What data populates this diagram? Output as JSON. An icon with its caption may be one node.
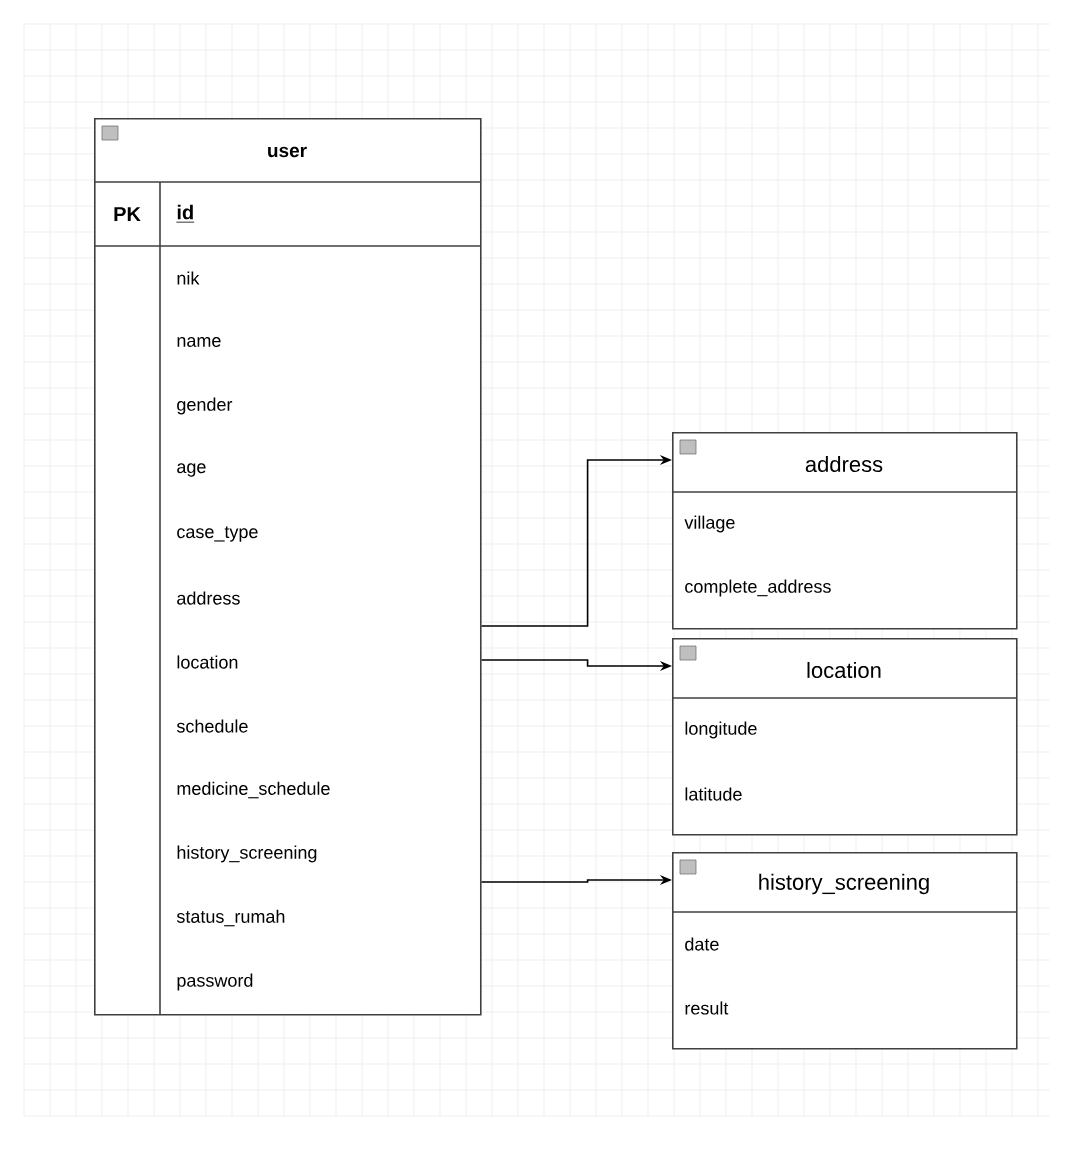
{
  "diagram": {
    "nodes": [
      {
        "text": [
          "user"
        ]
      },
      {
        "text": [
          "PK",
          "id"
        ],
        "in": 0
      },
      {
        "text": [
          "nik"
        ],
        "in": 0
      },
      {
        "text": [
          "name"
        ],
        "in": 0
      },
      {
        "text": [
          "gender"
        ],
        "in": 0
      },
      {
        "text": [
          "age"
        ],
        "in": 0
      },
      {
        "text": [
          "case_type"
        ],
        "in": 0
      },
      {
        "text": [
          "address"
        ],
        "in": 0
      },
      {
        "text": [
          "location"
        ],
        "in": 0
      },
      {
        "text": [
          "schedule"
        ],
        "in": 0
      },
      {
        "text": [
          "medicine_schedule"
        ],
        "in": 0
      },
      {
        "text": [
          "history_screening"
        ],
        "in": 0
      },
      {
        "text": [
          "status_rumah"
        ],
        "in": 0
      },
      {
        "text": [
          "password"
        ],
        "in": 0
      },
      {
        "text": [
          "address"
        ]
      },
      {
        "text": [
          "village"
        ],
        "in": 14
      },
      {
        "text": [
          "complete_address"
        ],
        "in": 14
      },
      {
        "text": [
          "location"
        ]
      },
      {
        "text": [
          "longitude"
        ],
        "in": 17
      },
      {
        "text": [
          "latitude"
        ],
        "in": 17
      },
      {
        "text": [
          "history_screening"
        ]
      },
      {
        "text": [
          "date"
        ],
        "in": 20
      },
      {
        "text": [
          "result"
        ],
        "in": 20
      }
    ],
    "edges": [
      {
        "from": 0,
        "to": 14,
        "arrow": "to"
      },
      {
        "from": 0,
        "to": 17,
        "arrow": "to"
      },
      {
        "from": 0,
        "to": 20,
        "arrow": "to"
      }
    ]
  }
}
